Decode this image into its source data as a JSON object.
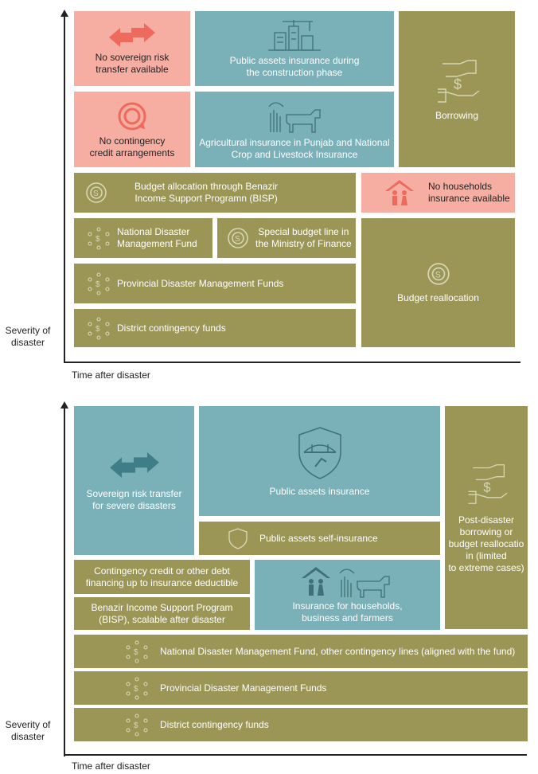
{
  "diagram1": {
    "y_axis_label": "Severity of\ndisaster",
    "x_axis_label": "Time after disaster",
    "boxes": {
      "no_sovereign": "No sovereign risk\ntransfer available",
      "public_assets_construction": "Public assets insurance during\nthe construction phase",
      "borrowing": "Borrowing",
      "no_contingency_credit": "No contingency\ncredit arrangements",
      "agri_insurance": "Agricultural insurance in Punjab and National\nCrop and Livestock Insurance",
      "bisp_budget": "Budget allocation through Benazir\nIncome Support Programn (BISP)",
      "no_households": "No households\ninsurance available",
      "ndmf": "National Disaster\nManagement Fund",
      "special_budget": "Special budget line in\nthe Ministry of Finance",
      "budget_reallocation": "Budget reallocation",
      "provincial": "Provincial Disaster Management Funds",
      "district": "District contingency funds"
    }
  },
  "diagram2": {
    "y_axis_label": "Severity of\ndisaster",
    "x_axis_label": "Time after disaster",
    "boxes": {
      "sovereign_transfer": "Sovereign risk transfer\nfor severe disasters",
      "public_assets_insurance": "Public assets insurance",
      "post_disaster_borrowing": "Post-disaster\nborrowing or\nbudget reallocatio\nin (limited\nto extreme cases)",
      "self_insurance": "Public assets self-insurance",
      "contingency_credit": "Contingency credit or other debt\nfinancing up to insurance deductible",
      "bisp_scalable": "Benazir Income Support Program\n(BISP), scalable after disaster",
      "households_insurance": "Insurance for households,\nbusiness and farmers",
      "ndmf_lines": "National Disaster Management Fund, other contingency lines (aligned with the fund)",
      "provincial": "Provincial Disaster Management Funds",
      "district": "District contingency funds"
    }
  },
  "colors": {
    "olive": "#9b9556",
    "teal": "#7ab0b8",
    "pink": "#f6aea3",
    "accent_red": "#ee6a5c"
  },
  "icons": [
    "double-arrow-icon",
    "construction-icon",
    "hand-money-icon",
    "refresh-credit-icon",
    "crop-livestock-icon",
    "budget-cycle-icon",
    "household-icon",
    "network-fund-icon",
    "bridge-shield-icon",
    "shield-icon"
  ]
}
